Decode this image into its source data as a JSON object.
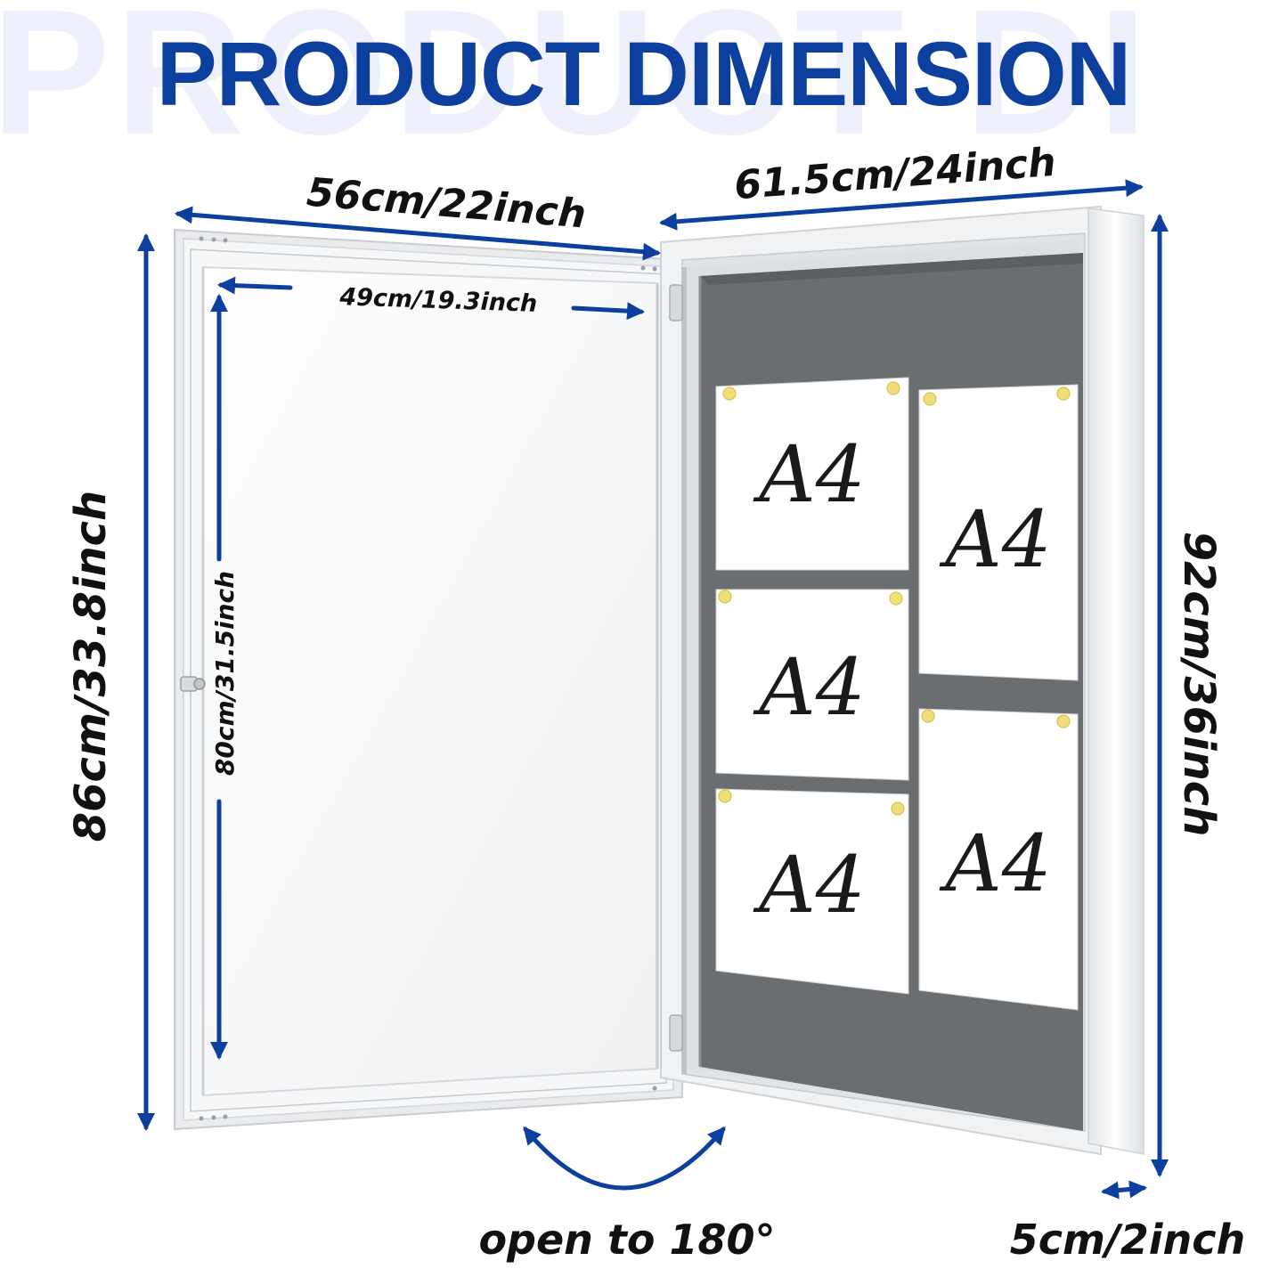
{
  "header": {
    "title": "PRODUCT DIMENSION",
    "background_text": "PRODUCT DI"
  },
  "dimensions": {
    "door_width": "56cm/22inch",
    "inner_width": "49cm/19.3inch",
    "cabinet_width": "61.5cm/24inch",
    "door_height": "86cm/33.8inch",
    "inner_height": "80cm/31.5inch",
    "cabinet_height": "92cm/36inch",
    "depth": "5cm/2inch",
    "opening": "open to 180°"
  },
  "papers": {
    "p1": "A4",
    "p2": "A4",
    "p3": "A4",
    "p4": "A4",
    "p5": "A4"
  },
  "colors": {
    "accent": "#0d3f9e",
    "title_bg": "#eef1fc",
    "cork": "#6b6e70",
    "frame": "#f2f3f4"
  }
}
